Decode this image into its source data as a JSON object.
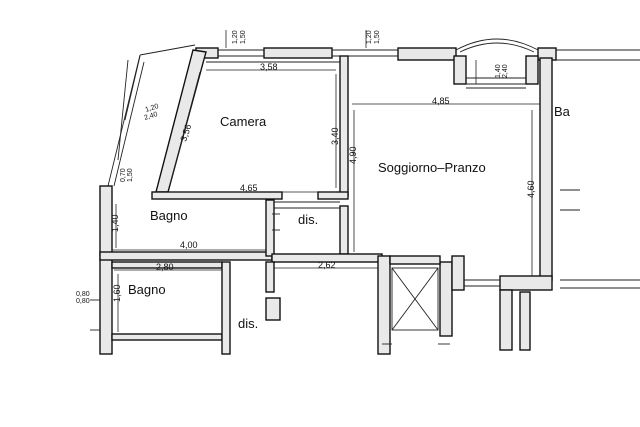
{
  "rooms": {
    "camera": "Camera",
    "soggiorno": "Soggiorno–Pranzo",
    "bagno_1": "Bagno",
    "bagno_2": "Bagno",
    "dis_1": "dis.",
    "dis_2": "dis.",
    "bagno_partial": "Ba"
  },
  "dimensions": {
    "camera_width": "3,58",
    "camera_depth": "3,40",
    "camera_diag": "3,56",
    "bottom_span": "4,65",
    "living_width": "4,85",
    "living_depth_left": "4,90",
    "living_depth_right": "4,60",
    "bagno1_width": "4,00",
    "bagno1_depth": "1,40",
    "bagno2_width": "2,80",
    "bagno2_depth": "1,60",
    "corridor_width": "2,62",
    "win1_a": "1,20",
    "win1_b": "1,50",
    "win2_a": "1,20",
    "win2_b": "1,50",
    "balcony_a": "1,40",
    "balcony_b": "2,40",
    "diag_win_a": "1,20",
    "diag_win_b": "2,40",
    "side_win_a": "0,70",
    "side_win_b": "1,50",
    "left_a": "0,80",
    "left_b": "0,80"
  }
}
